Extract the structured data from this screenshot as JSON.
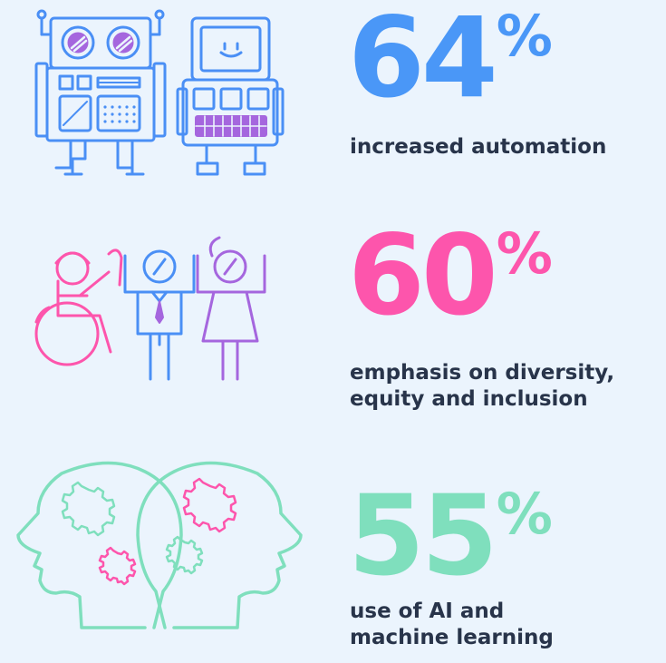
{
  "stats": [
    {
      "value": "64",
      "unit": "%",
      "label": "increased automation",
      "color": "#4a97f7",
      "icon": "robots-icon"
    },
    {
      "value": "60",
      "unit": "%",
      "label": "emphasis on diversity,\nequity and inclusion",
      "color": "#fd55ac",
      "icon": "diverse-people-icon"
    },
    {
      "value": "55",
      "unit": "%",
      "label": "use of AI and\nmachine learning",
      "color": "#7fdfbd",
      "icon": "heads-gears-icon"
    }
  ]
}
